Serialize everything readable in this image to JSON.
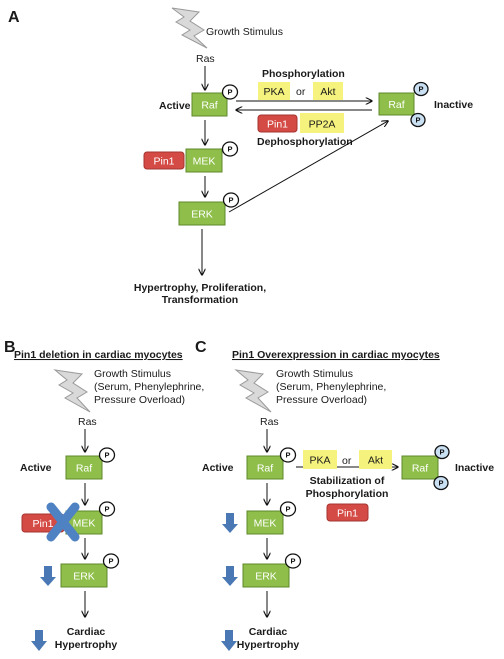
{
  "colors": {
    "green_box": "#8fbf4a",
    "green_border": "#5e8a2a",
    "red_box": "#d44a45",
    "red_border": "#a63430",
    "yellow_box": "#f5f37d",
    "blue_arrow": "#4a78b5",
    "blue_cross": "#4f82c2",
    "p_inactive_fill": "#c9dff2"
  },
  "icons": {
    "stimulus": "lightning-bolt-icon",
    "phospho": "phosphate-circle-icon",
    "decrease": "down-arrow-icon",
    "deletion": "x-cross-icon"
  },
  "panel_a": {
    "letter": "A",
    "stimulus": "Growth Stimulus",
    "ras": "Ras",
    "active": "Active",
    "inactive": "Inactive",
    "raf": "Raf",
    "raf_inactive": "Raf",
    "mek": "MEK",
    "erk": "ERK",
    "pin1": "Pin1",
    "pin1_b": "Pin1",
    "phosphorylation": "Phosphorylation",
    "pka": "PKA",
    "or": "or",
    "akt": "Akt",
    "pp2a": "PP2A",
    "dephosphorylation": "Dephosphorylation",
    "outcome_line1": "Hypertrophy,  Proliferation,",
    "outcome_line2": "Transformation",
    "p": "P"
  },
  "panel_b": {
    "letter": "B",
    "heading": "Pin1 deletion in cardiac myocytes",
    "stimulus_line1": "Growth Stimulus",
    "stimulus_line2": "(Serum, Phenylephrine,",
    "stimulus_line3": "Pressure Overload)",
    "ras": "Ras",
    "active": "Active",
    "raf": "Raf",
    "mek": "MEK",
    "pin1": "Pin1",
    "erk": "ERK",
    "outcome_line1": "Cardiac",
    "outcome_line2": "Hypertrophy",
    "p": "P"
  },
  "panel_c": {
    "letter": "C",
    "heading": "Pin1 Overexpression in cardiac myocytes",
    "stimulus_line1": "Growth Stimulus",
    "stimulus_line2": "(Serum, Phenylephrine,",
    "stimulus_line3": "Pressure Overload)",
    "ras": "Ras",
    "active": "Active",
    "inactive": "Inactive",
    "raf": "Raf",
    "raf_inactive": "Raf",
    "pka": "PKA",
    "or": "or",
    "akt": "Akt",
    "stabilization_line1": "Stabilization of",
    "stabilization_line2": "Phosphorylation",
    "pin1": "Pin1",
    "mek": "MEK",
    "erk": "ERK",
    "outcome_line1": "Cardiac",
    "outcome_line2": "Hypertrophy",
    "p": "P"
  }
}
